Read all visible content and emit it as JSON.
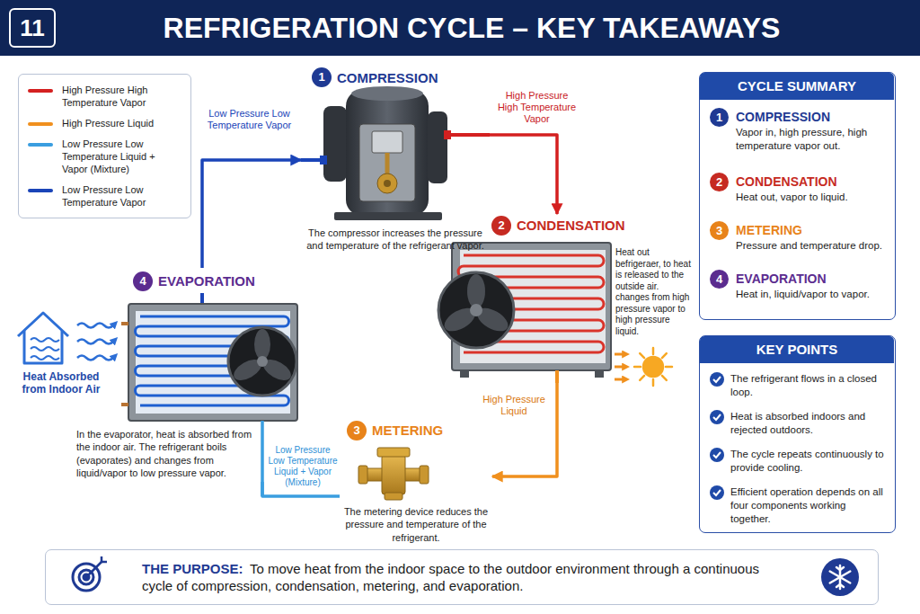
{
  "diagram": {
    "title": "REFRIGERATION CYCLE – KEY TAKEAWAYS",
    "nodes": [
      {
        "text": [
          "11"
        ]
      },
      {
        "text": [
          "COMPRESSION",
          "The compressor increases the pressure and temperature of the refrigerant vapor."
        ]
      },
      {
        "text": [
          "1"
        ],
        "in": 1
      },
      {
        "text": [
          "CONDENSATION",
          "Heat out befrigeraer, to heat is released to the outside air. changes from high pressure vapor to high pressure liquid."
        ]
      },
      {
        "text": [
          "2"
        ],
        "in": 3
      },
      {
        "text": [
          "METERING",
          "The metering device reduces the pressure and temperature of the refrigerant."
        ]
      },
      {
        "text": [
          "3"
        ],
        "in": 5
      },
      {
        "text": [
          "EVAPORATION",
          "In the evaporator, heat is absorbed from the indoor air. The refrigerant boils (evaporates) and changes from liquid/vapor to low pressure vapor."
        ]
      },
      {
        "text": [
          "4"
        ],
        "in": 7
      },
      {
        "text": [
          "CYCLE SUMMARY",
          "COMPRESSION",
          "Vapor in, high pressure, high temperature vapor out.",
          "CONDENSATION",
          "Heat out, vapor to liquid.",
          "METERING",
          "Pressure and temperature drop.",
          "EVAPORATION",
          "Heat in, liquid/vapor to vapor."
        ]
      },
      {
        "text": [
          "1"
        ],
        "in": 9
      },
      {
        "text": [
          "2"
        ],
        "in": 9
      },
      {
        "text": [
          "3"
        ],
        "in": 9
      },
      {
        "text": [
          "4"
        ],
        "in": 9
      },
      {
        "text": [
          "KEY POINTS",
          "The refrigerant flows in a closed loop.",
          "Heat is absorbed indoors and rejected outdoors.",
          "The cycle repeats continuously to provide cooling.",
          "Efficient operation depends on all four components working together."
        ]
      },
      {
        "text": [
          "THE PURPOSE:",
          "To move heat from the indoor space to the outdoor environment through a continuous cycle of compression, condensation, metering, and evaporation."
        ]
      }
    ],
    "edges": [
      {
        "from": 1,
        "to": 3,
        "arrow": "to",
        "label": "High Pressure High Temperature Vapor"
      },
      {
        "from": 3,
        "to": 5,
        "arrow": "to",
        "label": "High Pressure Liquid"
      },
      {
        "from": 5,
        "to": 7,
        "arrow": "none",
        "label": "Low Pressure Low Temperature Liquid + Vapor (Mixture)"
      },
      {
        "from": 7,
        "to": 1,
        "arrow": "to",
        "label": "Low Pressure Low Temperature Vapor"
      }
    ],
    "labels": [
      "Heat Absorbed from Indoor Air"
    ],
    "legend": [
      {
        "text": "High Pressure High Temperature Vapor",
        "color": "#d42020"
      },
      {
        "text": "High Pressure Liquid",
        "color": "#f0901e"
      },
      {
        "text": "Low Pressure Low Temperature Liquid + Vapor (Mixture)",
        "color": "#3a9ee0"
      },
      {
        "text": "Low Pressure Low Temperature Vapor",
        "color": "#1a44b8"
      }
    ]
  }
}
